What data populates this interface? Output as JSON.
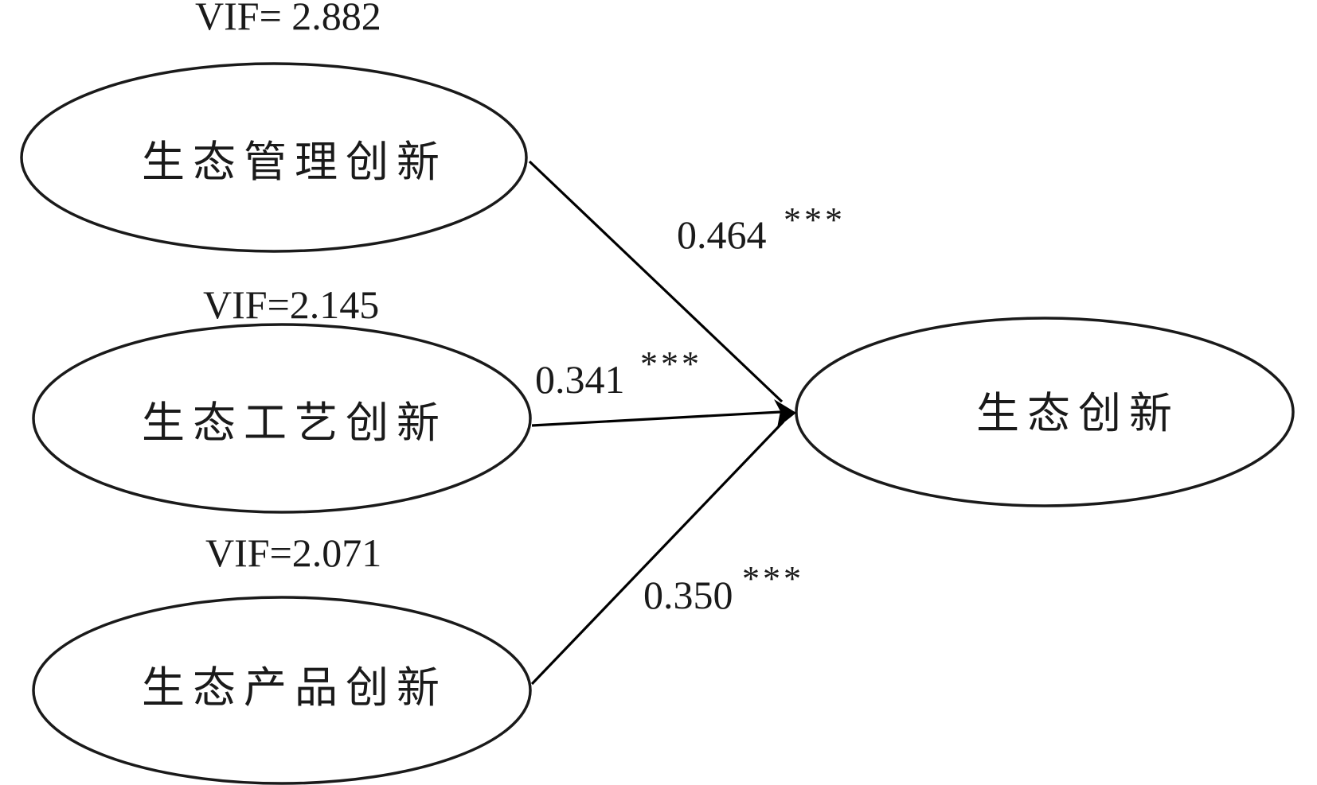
{
  "diagram": {
    "nodes": {
      "management": {
        "label": "生态管理创新",
        "vif": "VIF= 2.882"
      },
      "process": {
        "label": "生态工艺创新",
        "vif": "VIF=2.145"
      },
      "product": {
        "label": "生态产品创新",
        "vif": "VIF=2.071"
      },
      "target": {
        "label": "生态创新"
      }
    },
    "edges": {
      "management": {
        "coefficient": "0.464",
        "significance": "***"
      },
      "process": {
        "coefficient": "0.341",
        "significance": "***"
      },
      "product": {
        "coefficient": "0.350",
        "significance": "***"
      }
    }
  }
}
